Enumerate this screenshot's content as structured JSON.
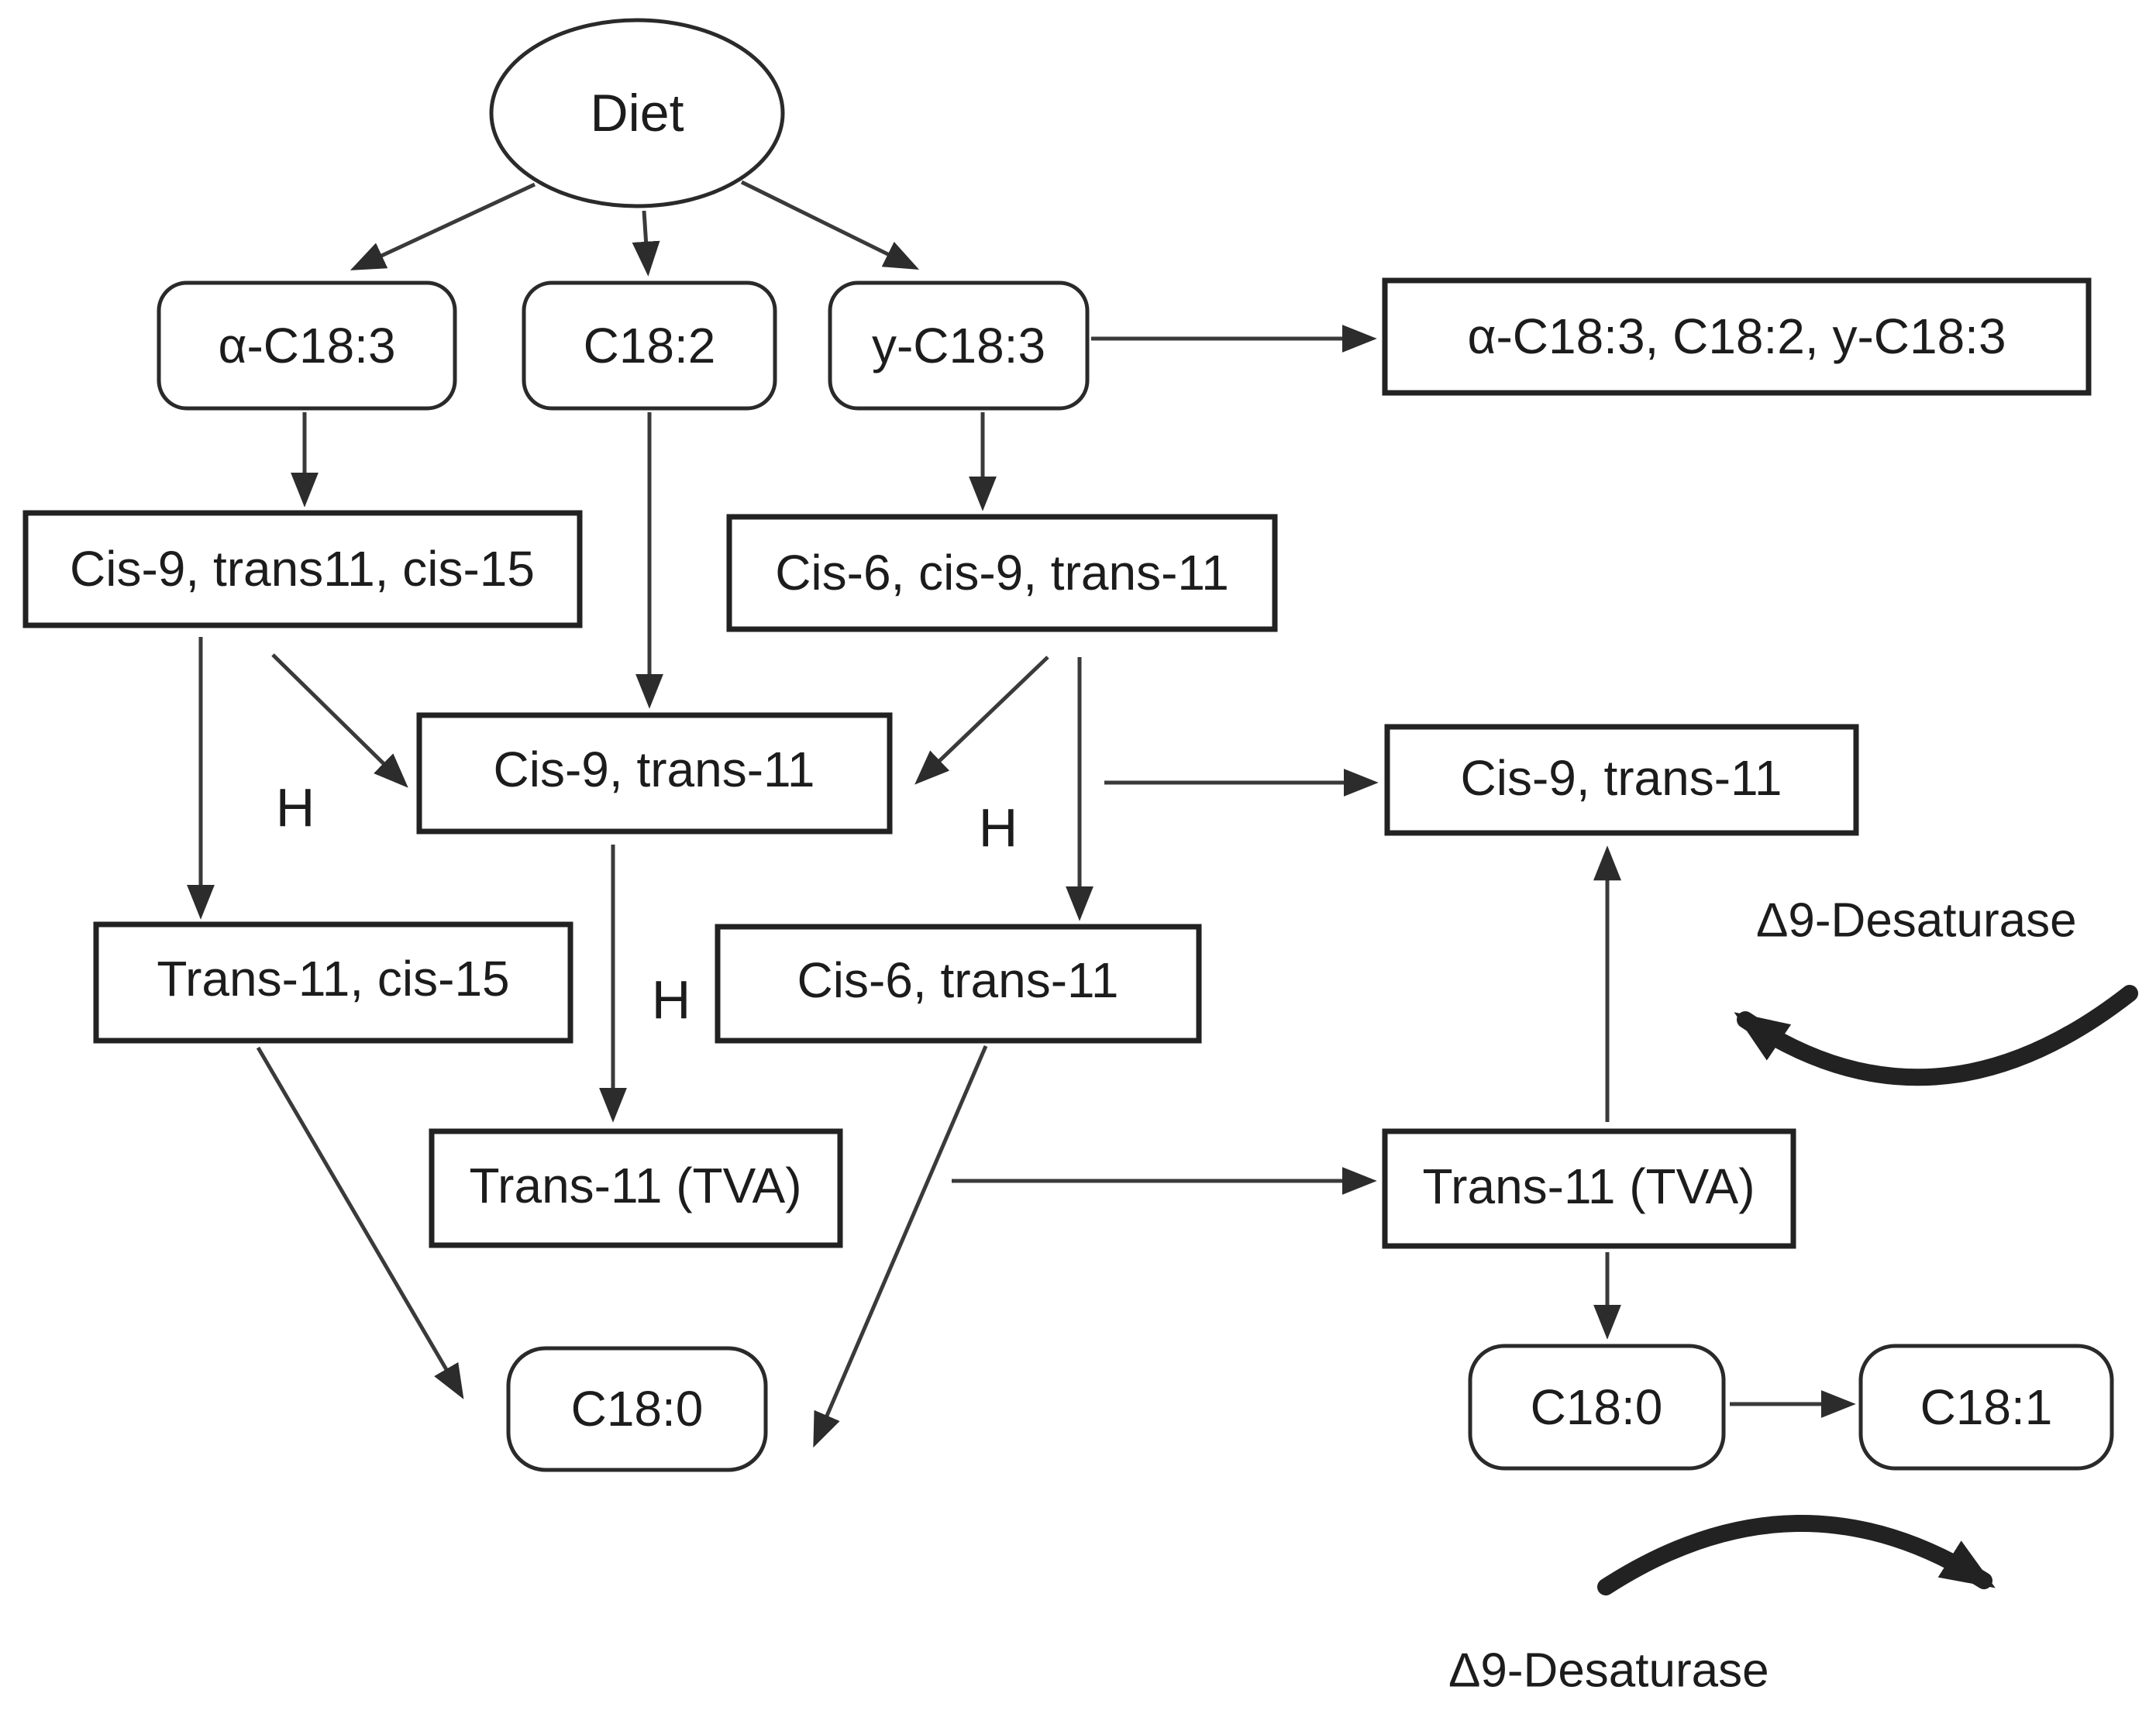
{
  "nodes": {
    "diet": {
      "label": "Diet"
    },
    "alpha_c183": {
      "label": "α-C18:3"
    },
    "c182": {
      "label": "C18:2"
    },
    "gamma_c183": {
      "label": "y-C18:3"
    },
    "absorbed_mix": {
      "label": "α-C18:3, C18:2, y-C18:3"
    },
    "cis9_trans11_cis15": {
      "label": "Cis-9, trans11, cis-15"
    },
    "cis6_cis9_trans11": {
      "label": "Cis-6, cis-9, trans-11"
    },
    "cis9_trans11_mid": {
      "label": "Cis-9, trans-11"
    },
    "cis9_trans11_right": {
      "label": "Cis-9, trans-11"
    },
    "trans11_cis15": {
      "label": "Trans-11, cis-15"
    },
    "cis6_trans11": {
      "label": "Cis-6, trans-11"
    },
    "tva_mid": {
      "label": "Trans-11 (TVA)"
    },
    "tva_right": {
      "label": "Trans-11 (TVA)"
    },
    "c180_mid": {
      "label": "C18:0"
    },
    "c180_right": {
      "label": "C18:0"
    },
    "c181": {
      "label": "C18:1"
    }
  },
  "labels": {
    "h_left": "H",
    "h_center": "H",
    "h_right": "H",
    "desaturase_top": "Δ9-Desaturase",
    "desaturase_bottom": "Δ9-Desaturase"
  },
  "colors": {
    "background": "#ffffff",
    "stroke": "#222222"
  }
}
